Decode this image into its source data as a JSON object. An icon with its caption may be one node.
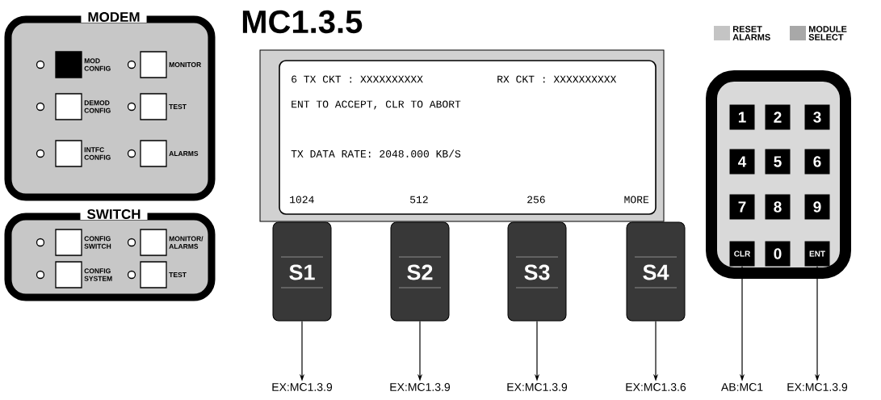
{
  "diagram": {
    "title": "MC1.3.5",
    "nodes": [
      {
        "text": [
          "MODEM"
        ]
      },
      {
        "text": [
          "MOD CONFIG"
        ],
        "in": 0
      },
      {
        "text": [
          "MONITOR"
        ],
        "in": 0
      },
      {
        "text": [
          "DEMOD CONFIG"
        ],
        "in": 0
      },
      {
        "text": [
          "TEST"
        ],
        "in": 0
      },
      {
        "text": [
          "INTFC CONFIG"
        ],
        "in": 0
      },
      {
        "text": [
          "ALARMS"
        ],
        "in": 0
      },
      {
        "text": [
          "SWITCH"
        ]
      },
      {
        "text": [
          "CONFIG SWITCH"
        ],
        "in": 7
      },
      {
        "text": [
          "MONITOR/ ALARMS"
        ],
        "in": 7
      },
      {
        "text": [
          "CONFIG SYSTEM"
        ],
        "in": 7
      },
      {
        "text": [
          "TEST"
        ],
        "in": 7
      },
      {
        "text": [
          "6 TX CKT : XXXXXXXXXX",
          "RX CKT : XXXXXXXXXX",
          "ENT TO ACCEPT, CLR TO ABORT",
          "TX DATA RATE: 2048.000 KB/S",
          "1024",
          "512",
          "256",
          "MORE"
        ]
      },
      {
        "text": [
          "S1"
        ]
      },
      {
        "text": [
          "S2"
        ]
      },
      {
        "text": [
          "S3"
        ]
      },
      {
        "text": [
          "S4"
        ]
      },
      {
        "text": [],
        "shape": "box"
      },
      {
        "text": [
          "1"
        ],
        "in": 17
      },
      {
        "text": [
          "2"
        ],
        "in": 17
      },
      {
        "text": [
          "3"
        ],
        "in": 17
      },
      {
        "text": [
          "4"
        ],
        "in": 17
      },
      {
        "text": [
          "5"
        ],
        "in": 17
      },
      {
        "text": [
          "6"
        ],
        "in": 17
      },
      {
        "text": [
          "7"
        ],
        "in": 17
      },
      {
        "text": [
          "8"
        ],
        "in": 17
      },
      {
        "text": [
          "9"
        ],
        "in": 17
      },
      {
        "text": [
          "CLR"
        ],
        "in": 17
      },
      {
        "text": [
          "0"
        ],
        "in": 17
      },
      {
        "text": [
          "ENT"
        ],
        "in": 17
      },
      {
        "text": [
          "EX:MC1.3.9"
        ]
      },
      {
        "text": [
          "EX:MC1.3.9"
        ]
      },
      {
        "text": [
          "EX:MC1.3.9"
        ]
      },
      {
        "text": [
          "EX:MC1.3.6"
        ]
      },
      {
        "text": [
          "AB:MC1"
        ]
      },
      {
        "text": [
          "EX:MC1.3.9"
        ]
      }
    ],
    "edges": [
      {
        "from": 13,
        "to": 30,
        "arrow": "to"
      },
      {
        "from": 14,
        "to": 31,
        "arrow": "to"
      },
      {
        "from": 15,
        "to": 32,
        "arrow": "to"
      },
      {
        "from": 16,
        "to": 33,
        "arrow": "to"
      },
      {
        "from": 27,
        "to": 34,
        "arrow": "to"
      },
      {
        "from": 29,
        "to": 35,
        "arrow": "to"
      }
    ],
    "legend": [
      {
        "text": "RESET ALARMS",
        "color": "#c4c4c4"
      },
      {
        "text": "MODULE SELECT",
        "color": "#a8a8a8"
      }
    ]
  }
}
